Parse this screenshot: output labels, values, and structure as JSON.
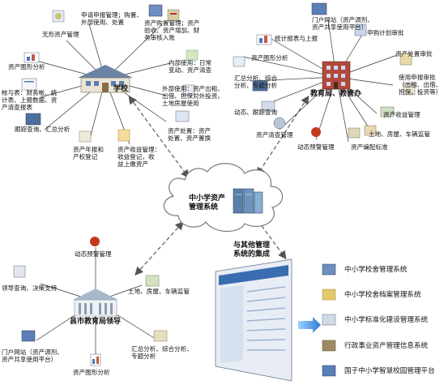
{
  "center": {
    "title": "中小学资产\n管理系统"
  },
  "school": {
    "title": "学校",
    "items": [
      "申请申报管理；购置、\n外部使用、处置",
      "资产购置管理；资产\n验收、资产增加、财\n务审核入账",
      "无形资产管理",
      "资产图形分析",
      "内部使用：日常\n变动、资产清查",
      "帐与表：财务帐、统\n计表、上报数据、资\n产清查报表",
      "外部使用：资产出租、\n出借、担保对外投资、\n土地房屋使用",
      "跟踪查询、汇总分析",
      "资产处置：资产\n处置、资产置换",
      "资产年报和\n产权登记",
      "资产收益管理：\n收益登记，收\n益上缴资产"
    ]
  },
  "bureau": {
    "title": "教育局、教管办",
    "items": [
      "门户网站（资产调剂、\n资产共享使用平台）",
      "统计报表与上报",
      "申购计划审批",
      "资产图形分析",
      "资产处置审批",
      "汇总分析、综合\n分析、专题分析",
      "使用申报审批\n（出租、出借、\n担保、投资等）",
      "动态、跟踪查询",
      "资产收益管理",
      "资产清查管理",
      "土地、房屋、车辆监管",
      "动态预警管理",
      "资产编配标准"
    ]
  },
  "county": {
    "title": "县市教育局领导",
    "items": [
      "动态预警管理",
      "领导查询、决策支持",
      "土地、房屋、车辆监管",
      "门户网站（资产调剂、\n资产共享使用平台）",
      "汇总分析、综合分析、\n专题分析",
      "资产图形分析"
    ]
  },
  "integration": {
    "title": "与其他管理\n系统的集成",
    "systems": [
      "中小学校舍管理系统",
      "中小学校舍档案管理系统",
      "中小学标准化建设管理系统",
      "行政事业资产管理信息系统",
      "国子中小学智慧校园管理平台"
    ]
  },
  "colors": {
    "arrow": "#6e6e6e",
    "cloud": "#7a7a7a",
    "line": "#333333",
    "blue_arrow": "#4a8fd8"
  }
}
